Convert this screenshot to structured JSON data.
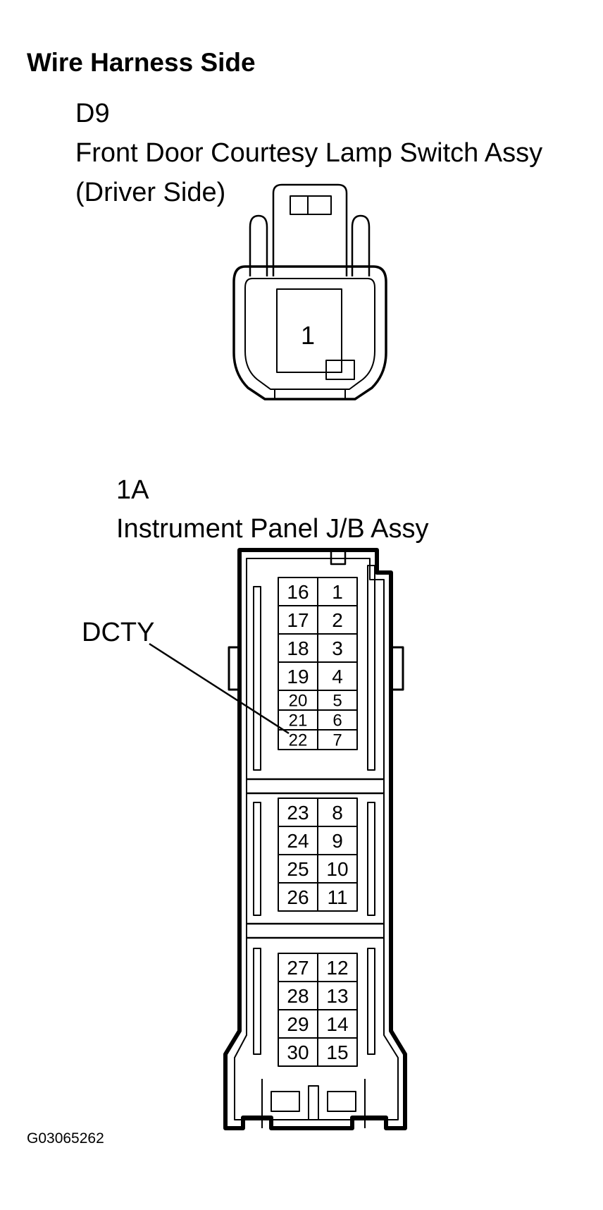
{
  "title": "Wire Harness Side",
  "connector_d9": {
    "code": "D9",
    "name": "Front Door Courtesy Lamp Switch Assy",
    "side": "(Driver Side)",
    "pins": [
      "1"
    ]
  },
  "connector_1a": {
    "code": "1A",
    "name": "Instrument Panel J/B Assy",
    "callout": "DCTY",
    "groups": [
      {
        "rows": [
          [
            "16",
            "1"
          ],
          [
            "17",
            "2"
          ],
          [
            "18",
            "3"
          ],
          [
            "19",
            "4"
          ],
          [
            "20",
            "5"
          ],
          [
            "21",
            "6"
          ],
          [
            "22",
            "7"
          ]
        ]
      },
      {
        "rows": [
          [
            "23",
            "8"
          ],
          [
            "24",
            "9"
          ],
          [
            "25",
            "10"
          ],
          [
            "26",
            "11"
          ]
        ]
      },
      {
        "rows": [
          [
            "27",
            "12"
          ],
          [
            "28",
            "13"
          ],
          [
            "29",
            "14"
          ],
          [
            "30",
            "15"
          ]
        ]
      }
    ]
  },
  "figure_code": "G03065262"
}
